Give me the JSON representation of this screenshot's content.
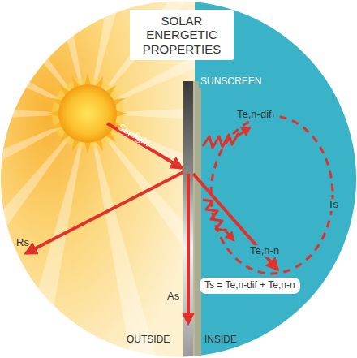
{
  "diagram": {
    "nodes": [
      {
        "text": [
          "SOLAR ENERGETIC PROPERTIES"
        ]
      },
      {
        "text": [
          "Ts = Te,n-dif + Te,n-n"
        ]
      }
    ],
    "labels": [
      "SUNSCREEN",
      "Sunlight",
      "Te,n-dif",
      "Ts",
      "Te,n-n",
      "Rs",
      "As",
      "OUTSIDE",
      "INSIDE"
    ]
  }
}
